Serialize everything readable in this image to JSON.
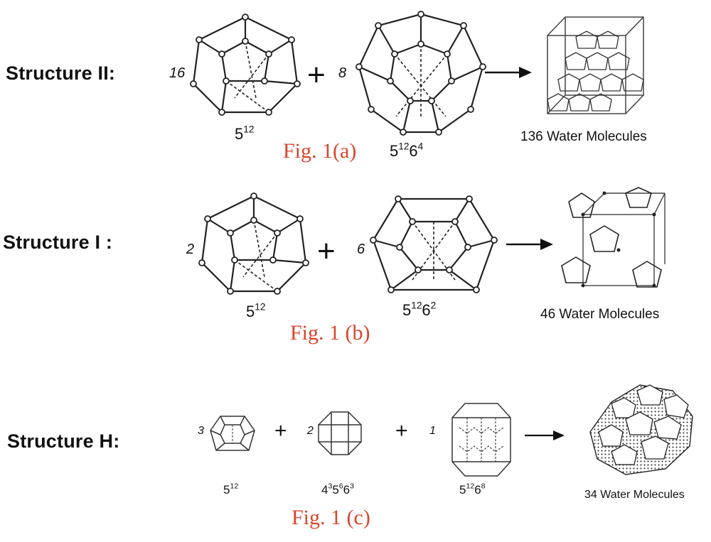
{
  "rows": {
    "ii": {
      "label": "Structure II:",
      "coef1": "16",
      "coef2": "8",
      "plus": "+",
      "cage1": {
        "base": "5",
        "exp": "12"
      },
      "cage2": {
        "b1": "5",
        "e1": "12",
        "b2": "6",
        "e2": "4"
      },
      "fig": "Fig. 1(a)",
      "unit": "136 Water Molecules"
    },
    "i": {
      "label": "Structure I :",
      "coef1": "2",
      "coef2": "6",
      "plus": "+",
      "cage1": {
        "base": "5",
        "exp": "12"
      },
      "cage2": {
        "b1": "5",
        "e1": "12",
        "b2": "6",
        "e2": "2"
      },
      "fig": "Fig. 1 (b)",
      "unit": "46 Water Molecules"
    },
    "h": {
      "label": "Structure H:",
      "coef1": "3",
      "coef2": "2",
      "coef3": "1",
      "plus": "+",
      "cage1": {
        "base": "5",
        "exp": "12"
      },
      "cage2": {
        "b1": "4",
        "e1": "3",
        "b2": "5",
        "e2": "6",
        "b3": "6",
        "e3": "3"
      },
      "cage3": {
        "b1": "5",
        "e1": "12",
        "b2": "6",
        "e2": "8"
      },
      "fig": "Fig. 1 (c)",
      "unit": "34 Water Molecules"
    }
  },
  "colors": {
    "figure_caption": "#d9452b",
    "ink": "#111111"
  }
}
